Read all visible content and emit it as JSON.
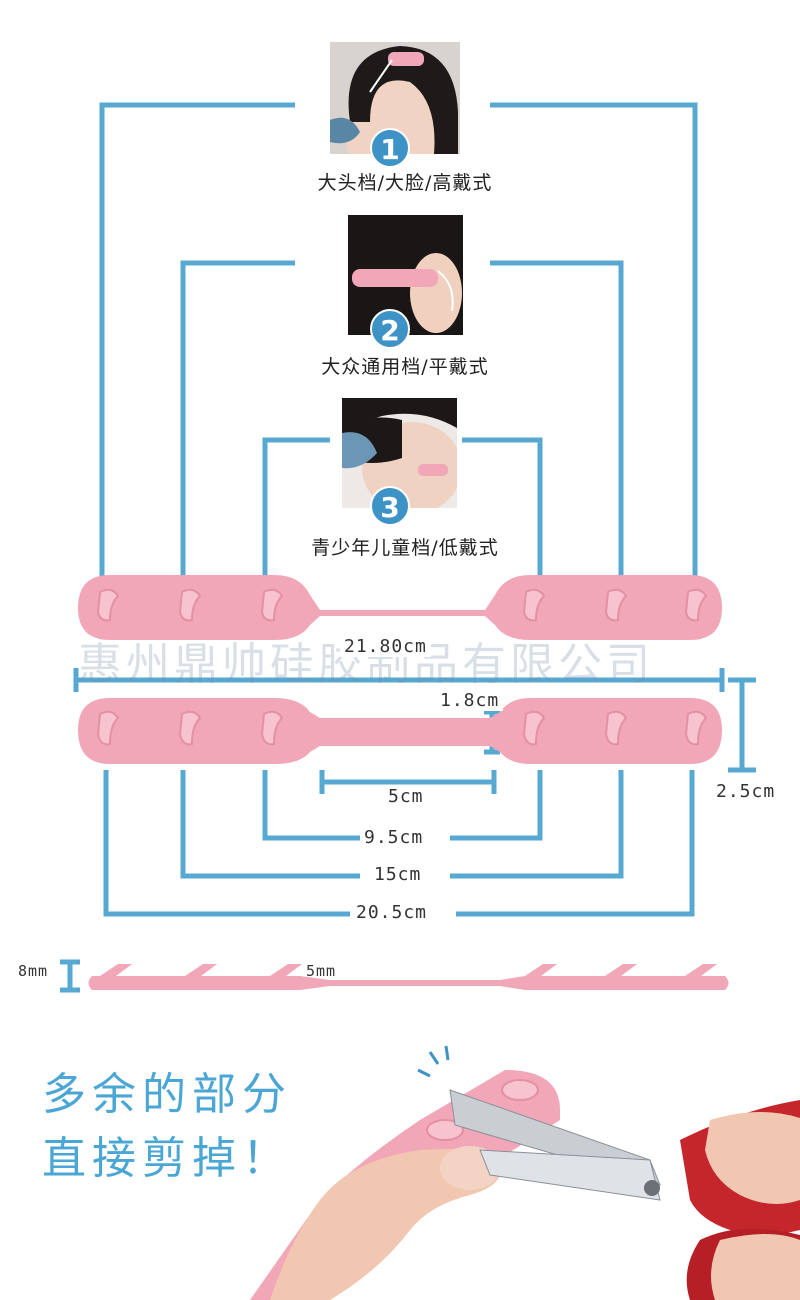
{
  "colors": {
    "frame": "#57a8d3",
    "strap": "#f2a7b9",
    "hook": "#f6c3cf",
    "accent": "#3e93c6",
    "headline": "#4aa6d4"
  },
  "levels": [
    {
      "number": "1",
      "caption": "大头档/大脸/高戴式"
    },
    {
      "number": "2",
      "caption": "大众通用档/平戴式"
    },
    {
      "number": "3",
      "caption": "青少年儿童档/低戴式"
    }
  ],
  "watermark": "惠州鼎帅硅胶制品有限公司",
  "dimensions": {
    "total_length": "21.80cm",
    "width": "1.8cm",
    "total_height": "2.5cm",
    "middle_band": "5cm",
    "level3": "9.5cm",
    "level2": "15cm",
    "level1": "20.5cm",
    "thickness_hook": "8mm",
    "thickness_band": "5mm"
  },
  "headline": {
    "line1": "多余的部分",
    "line2": "直接剪掉！"
  }
}
